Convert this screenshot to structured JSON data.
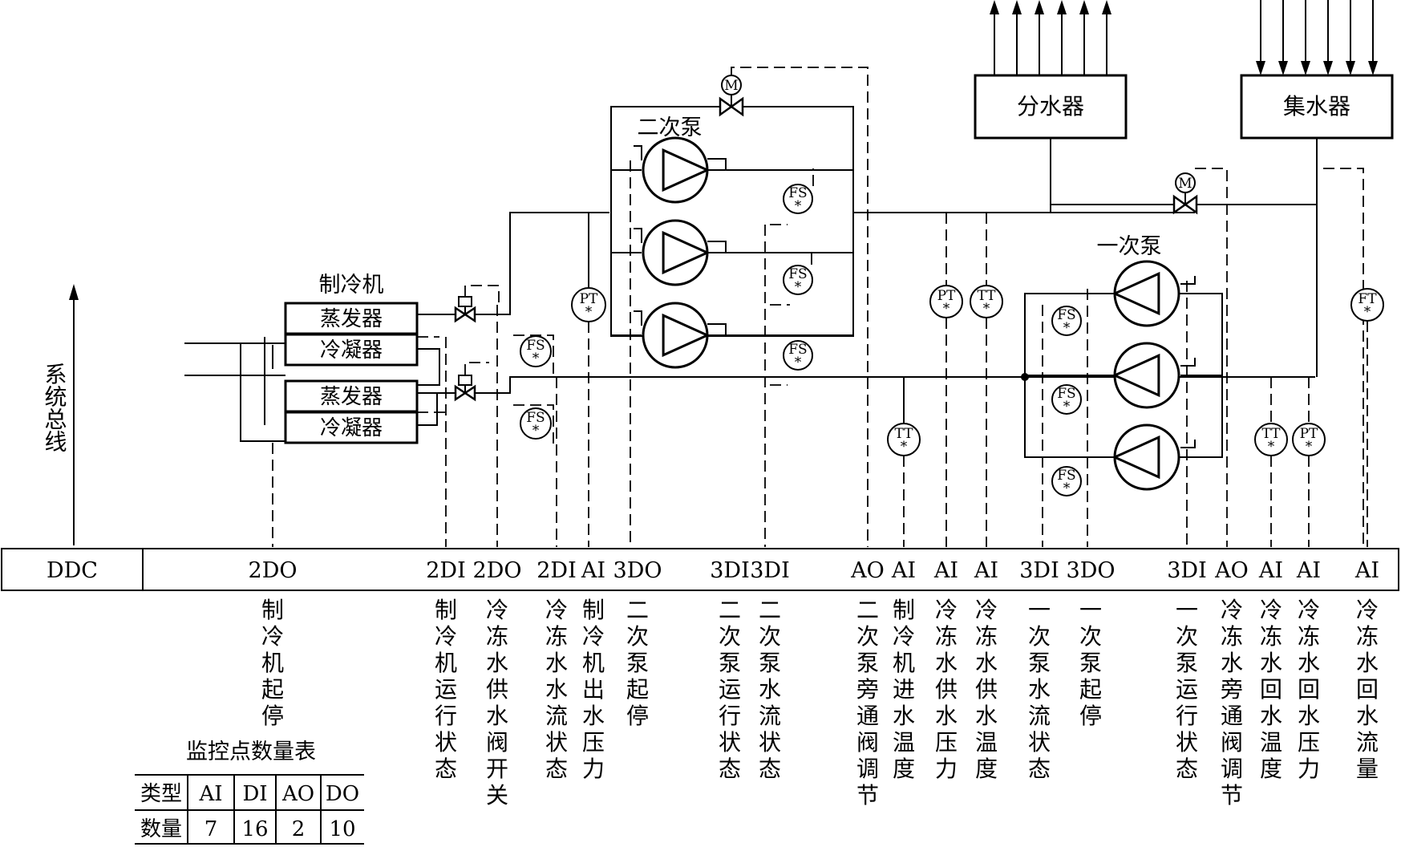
{
  "header": {
    "bus_label": "系统总线"
  },
  "equipment": {
    "chiller_title": "制冷机",
    "evaporator": "蒸发器",
    "condenser": "冷凝器",
    "secondary_pump": "二次泵",
    "primary_pump": "一次泵",
    "distributor": "分水器",
    "collector": "集水器",
    "valve_motor": "M"
  },
  "instruments": {
    "pt": "PT",
    "tt": "TT",
    "fs": "FS",
    "ft": "FT",
    "star": "*"
  },
  "ddc_bus": {
    "ddc": "DDC",
    "points": [
      "2DO",
      "2DI",
      "2DO",
      "2DI",
      "AI",
      "3DO",
      "3DI",
      "3DI",
      "AO",
      "AI",
      "AI",
      "AI",
      "3DI",
      "3DO",
      "3DI",
      "AO",
      "AI",
      "AI",
      "AI"
    ]
  },
  "point_descriptions": [
    "制冷机起停",
    "制冷机运行状态",
    "冷冻水供水阀开关",
    "冷冻水水流状态",
    "制冷机出水压力",
    "二次泵起停",
    "二次泵运行状态",
    "二次泵水流状态",
    "二次泵旁通阀调节",
    "制冷机进水温度",
    "冷冻水供水压力",
    "冷冻水供水温度",
    "一次泵水流状态",
    "一次泵起停",
    "一次泵运行状态",
    "冷冻水旁通阀调节",
    "冷冻水回水温度",
    "冷冻水回水压力",
    "冷冻水回水流量"
  ],
  "count_table": {
    "title": "监控点数量表",
    "header": [
      "类型",
      "AI",
      "DI",
      "AO",
      "DO"
    ],
    "row": [
      "数量",
      "7",
      "16",
      "2",
      "10"
    ]
  }
}
